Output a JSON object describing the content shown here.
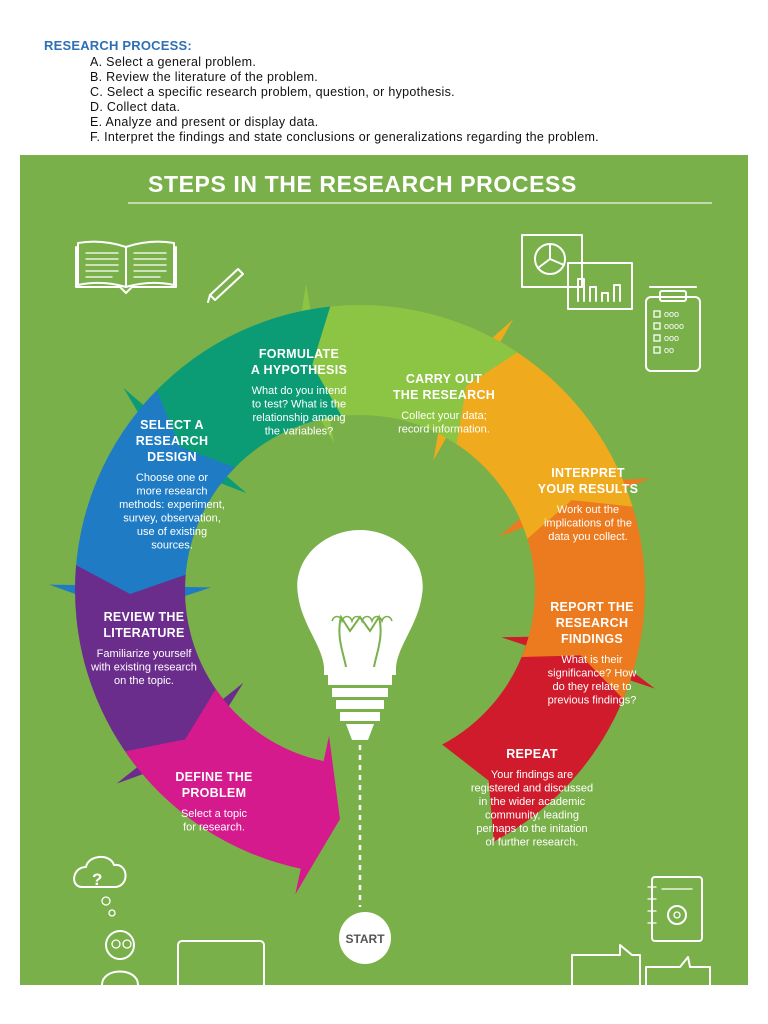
{
  "header": {
    "title": "RESEARCH PROCESS:",
    "steps": [
      "A. Select a general problem.",
      "B. Review the literature of the problem.",
      "C. Select a specific research problem, question, or hypothesis.",
      "D. Collect data.",
      "E. Analyze and present or display data.",
      "F. Interpret the findings and state conclusions or generalizations regarding the problem."
    ]
  },
  "infographic": {
    "title": "STEPS IN THE RESEARCH PROCESS",
    "background": "#7ab04a",
    "start_label": "START",
    "clipboard_marks": [
      "ooo",
      "oooo",
      "ooo",
      "oo"
    ],
    "steps": [
      {
        "title": [
          "DEFINE THE",
          "PROBLEM"
        ],
        "desc": [
          "Select a topic",
          "for research."
        ],
        "color": "#cf1b2b"
      },
      {
        "title": [
          "REVIEW THE",
          "LITERATURE"
        ],
        "desc": [
          "Familiarize yourself",
          "with existing research",
          "on the topic."
        ],
        "color": "#ec7a1f"
      },
      {
        "title": [
          "SELECT A",
          "RESEARCH",
          "DESIGN"
        ],
        "desc": [
          "Choose one or",
          "more research",
          "methods: experiment,",
          "survey, observation,",
          "use of existing",
          "sources."
        ],
        "color": "#efaa1d"
      },
      {
        "title": [
          "FORMULATE",
          "A HYPOTHESIS"
        ],
        "desc": [
          "What do you intend",
          "to test? What is the",
          "relationship among",
          "the variables?"
        ],
        "color": "#8cc443"
      },
      {
        "title": [
          "CARRY OUT",
          "THE RESEARCH"
        ],
        "desc": [
          "Collect your data;",
          "record information."
        ],
        "color": "#0b9c76"
      },
      {
        "title": [
          "INTERPRET",
          "YOUR RESULTS"
        ],
        "desc": [
          "Work out the",
          "implications of the",
          "data you collect."
        ],
        "color": "#1f7cc4"
      },
      {
        "title": [
          "REPORT THE",
          "RESEARCH",
          "FINDINGS"
        ],
        "desc": [
          "What is their",
          "significance? How",
          "do they relate to",
          "previous findings?"
        ],
        "color": "#6a2d8c"
      },
      {
        "title": [
          "REPEAT"
        ],
        "desc": [
          "Your findings are",
          "registered and discussed",
          "in the wider academic",
          "community, leading",
          "perhaps to the initation",
          "of further research."
        ],
        "color": "#d41a8d"
      }
    ]
  }
}
